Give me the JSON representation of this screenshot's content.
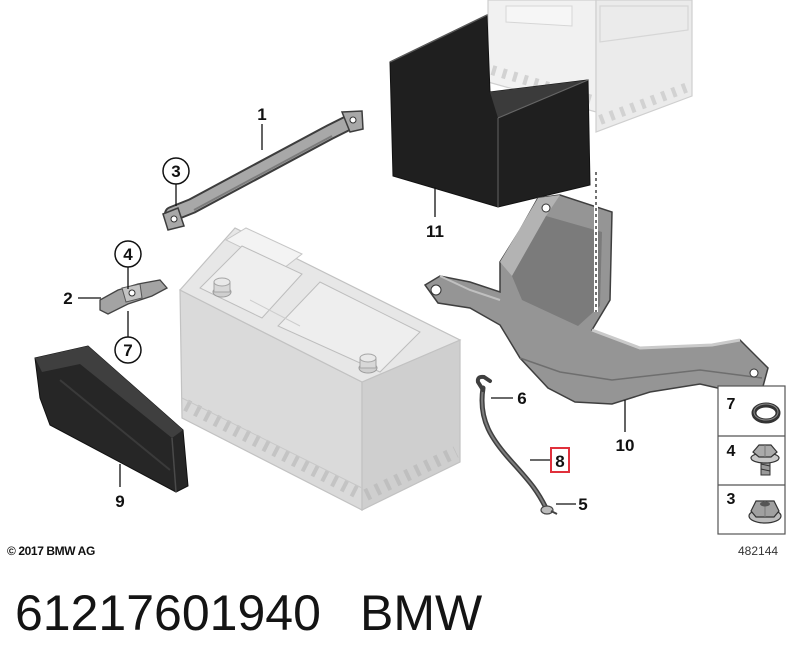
{
  "callouts": {
    "part_1": "1",
    "part_2": "2",
    "part_3": "3",
    "part_4": "4",
    "part_5": "5",
    "part_6": "6",
    "part_7": "7",
    "part_8": "8",
    "part_9": "9",
    "part_10": "10",
    "part_11": "11"
  },
  "legend": [
    {
      "label": "7",
      "icon": "o-ring-icon"
    },
    {
      "label": "4",
      "icon": "flange-bolt-icon"
    },
    {
      "label": "3",
      "icon": "flange-nut-icon"
    }
  ],
  "copyright": "© 2017 BMW AG",
  "diagram_id": "482144",
  "part_number": "61217601940",
  "brand": "BMW",
  "colors": {
    "highlight": "#e0303c",
    "cover": "#1f1f1f",
    "bracket": "#959595"
  }
}
